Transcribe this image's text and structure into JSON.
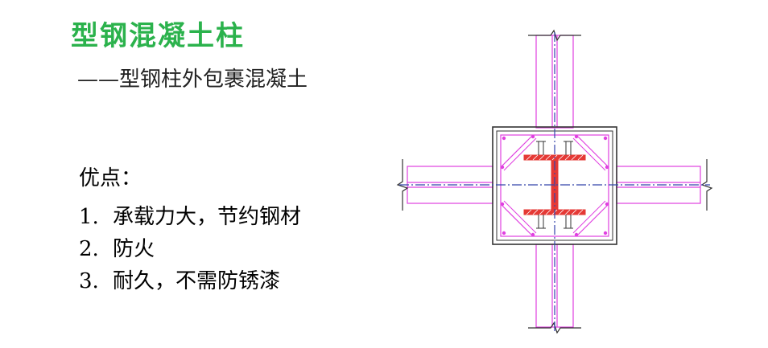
{
  "slide": {
    "title": "型钢混凝土柱",
    "subtitle": "——型钢柱外包裹混凝土",
    "advantages_heading": "优点：",
    "advantages": [
      {
        "num": "1.",
        "text": "承载力大，节约钢材"
      },
      {
        "num": "2.",
        "text": "防火"
      },
      {
        "num": "3.",
        "text": "耐久，不需防锈漆"
      }
    ]
  },
  "diagram": {
    "colors": {
      "beam": "#e040e0",
      "steel": "#e53935",
      "outline": "#333333",
      "axis": "#3344aa"
    }
  }
}
